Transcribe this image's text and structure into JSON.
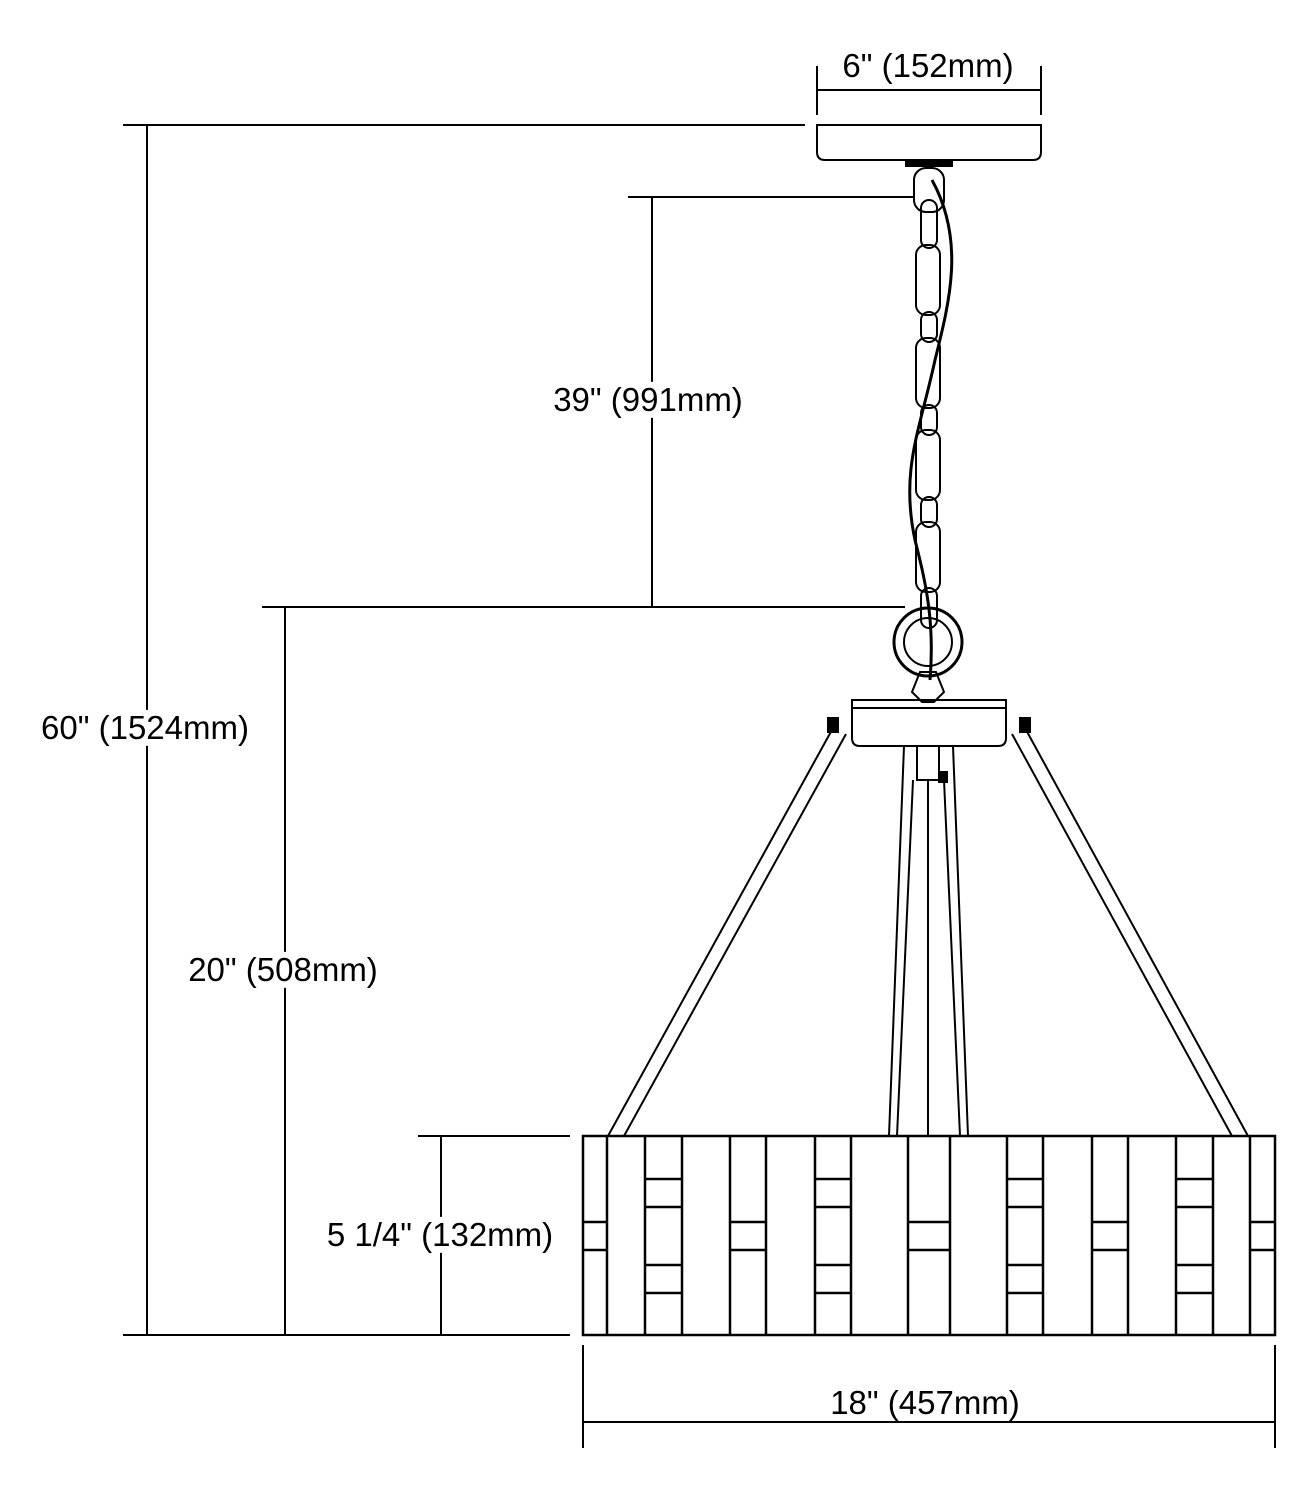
{
  "dimensions": {
    "canopy_width": "6\" (152mm)",
    "chain_length": "39\" (991mm)",
    "overall_height": "60\" (1524mm)",
    "fixture_height": "20\" (508mm)",
    "shade_height": "5 1/4\" (132mm)",
    "shade_width": "18\" (457mm)"
  },
  "colors": {
    "line": "#000000",
    "background": "#ffffff"
  }
}
